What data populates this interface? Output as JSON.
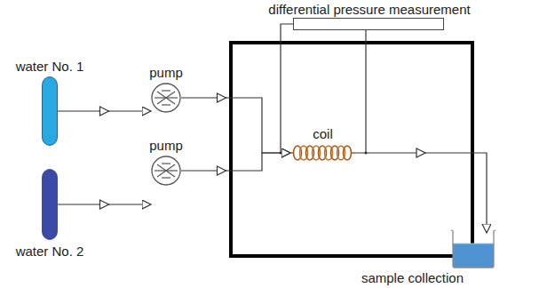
{
  "diagram": {
    "nodes": [
      {
        "text": [
          "water No. 1"
        ]
      },
      {
        "text": [
          "water No. 2"
        ]
      },
      {
        "text": [
          "pump"
        ]
      },
      {
        "text": [
          "pump"
        ]
      },
      {
        "text": [
          "differential pressure measurement"
        ]
      },
      {
        "text": [
          "coil"
        ]
      },
      {
        "text": [
          "sample collection"
        ]
      }
    ],
    "edges": [
      {
        "from": 0,
        "to": 2,
        "arrow": "to"
      },
      {
        "from": 1,
        "to": 3,
        "arrow": "to"
      },
      {
        "from": 2,
        "to": 5,
        "arrow": "to"
      },
      {
        "from": 3,
        "to": 5,
        "arrow": "to"
      },
      {
        "from": 5,
        "to": 6,
        "arrow": "to"
      }
    ]
  }
}
